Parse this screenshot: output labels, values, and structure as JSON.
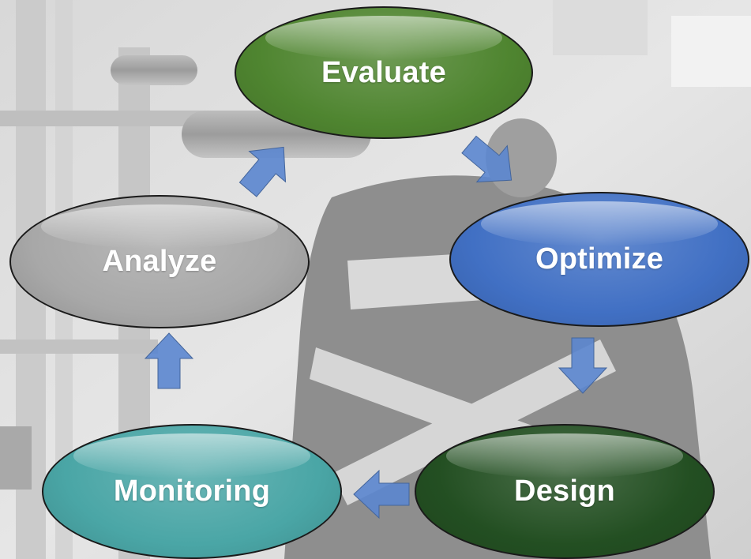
{
  "diagram": {
    "nodes": [
      {
        "id": "evaluate",
        "label": "Evaluate",
        "color": "#4f8530"
      },
      {
        "id": "optimize",
        "label": "Optimize",
        "color": "#4170c4"
      },
      {
        "id": "design",
        "label": "Design",
        "color": "#234f22"
      },
      {
        "id": "monitoring",
        "label": "Monitoring",
        "color": "#4aa6a6"
      },
      {
        "id": "analyze",
        "label": "Analyze",
        "color": "#a8a8a8"
      }
    ],
    "edges": [
      {
        "from": "evaluate",
        "to": "optimize"
      },
      {
        "from": "optimize",
        "to": "design"
      },
      {
        "from": "design",
        "to": "monitoring"
      },
      {
        "from": "monitoring",
        "to": "analyze"
      },
      {
        "from": "analyze",
        "to": "evaluate"
      }
    ],
    "arrow_color": "#5b86cf",
    "background_photo": "factory-worker-photo"
  }
}
